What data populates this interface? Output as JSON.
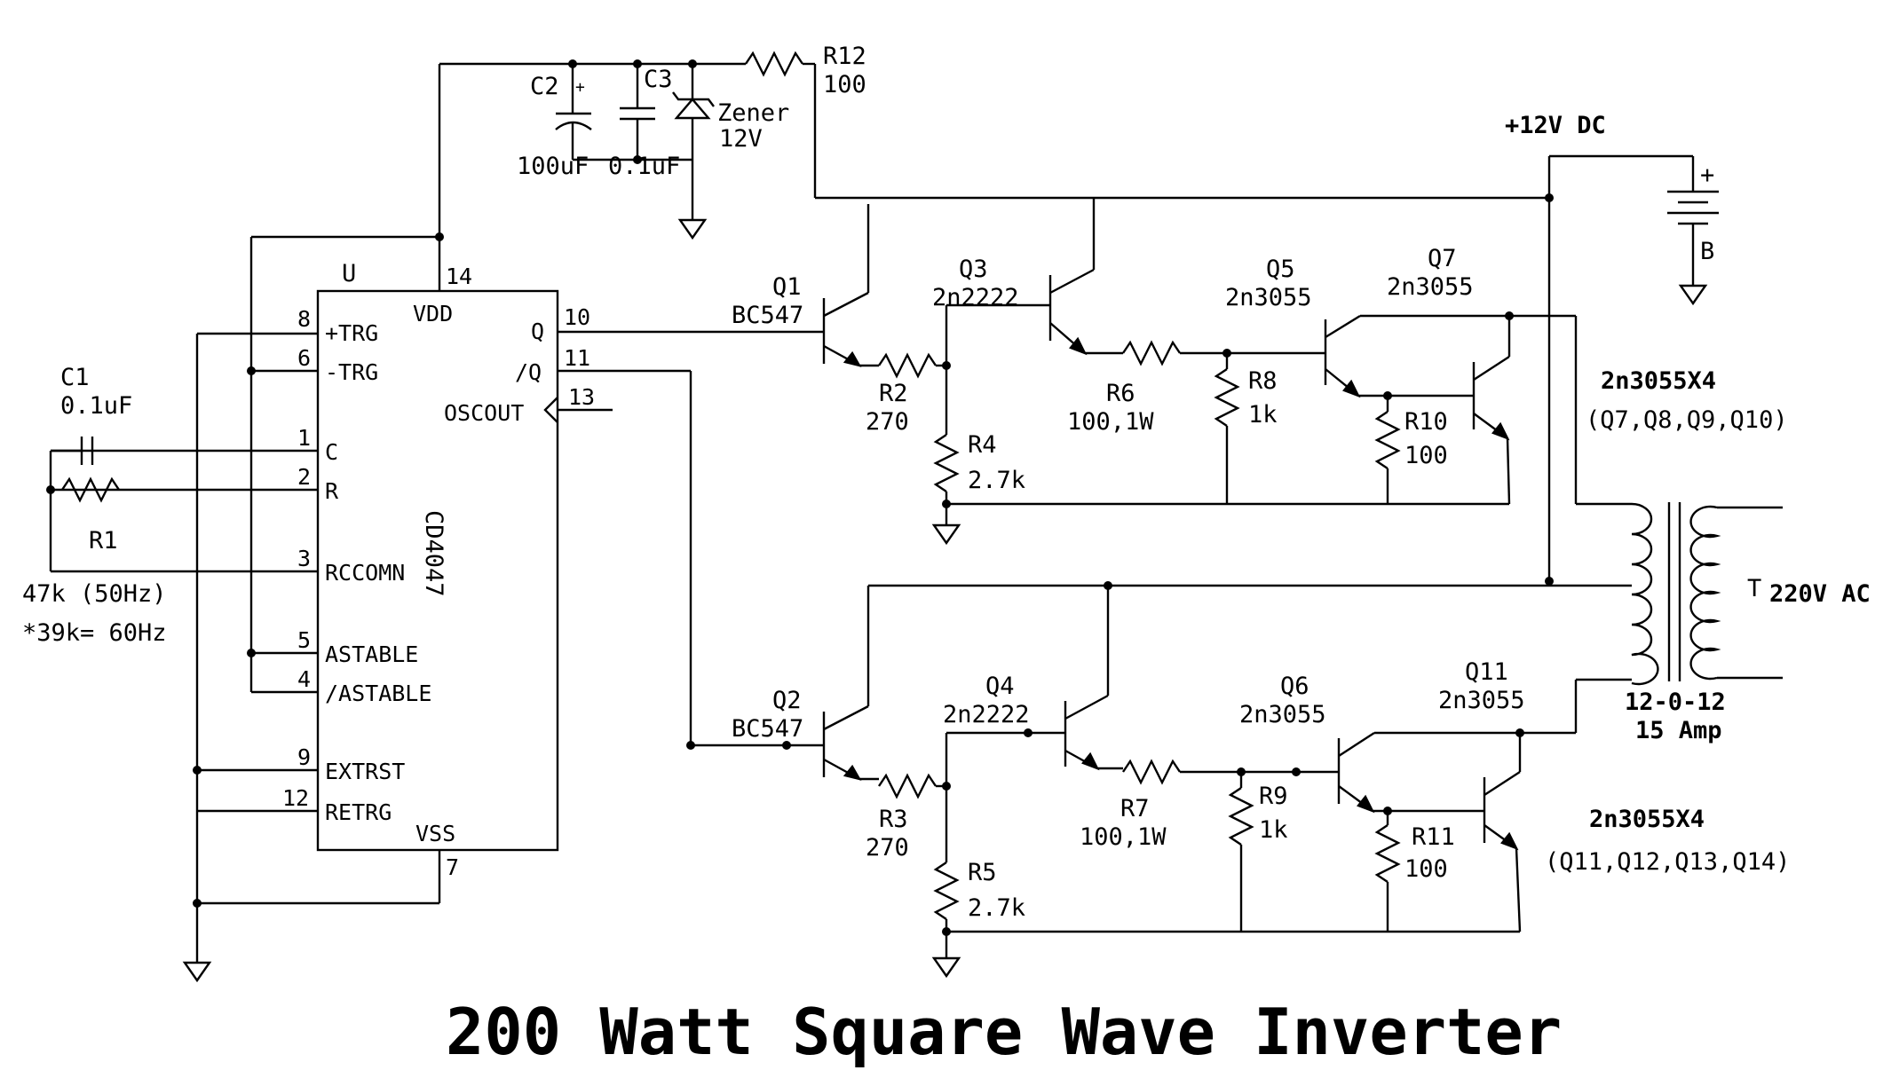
{
  "title": "200 Watt Square Wave Inverter",
  "ic": {
    "ref": "U",
    "part": "CD4047",
    "pins": {
      "vdd": "VDD",
      "vss": "VSS",
      "q": "Q",
      "qbar": "/Q",
      "oscout": "OSCOUT",
      "ptrg": "+TRG",
      "mtrg": "-TRG",
      "c": "C",
      "r": "R",
      "rccomn": "RCCOMN",
      "astable": "ASTABLE",
      "nastable": "/ASTABLE",
      "extrst": "EXTRST",
      "retrg": "RETRG"
    },
    "pin_numbers": {
      "p14": "14",
      "p10": "10",
      "p11": "11",
      "p13": "13",
      "p8": "8",
      "p6": "6",
      "p1": "1",
      "p2": "2",
      "p3": "3",
      "p5": "5",
      "p4": "4",
      "p9": "9",
      "p12": "12",
      "p7": "7"
    }
  },
  "components": {
    "c1": {
      "ref": "C1",
      "value": "0.1uF"
    },
    "r1": {
      "ref": "R1",
      "value": "47k (50Hz)",
      "note": "*39k= 60Hz"
    },
    "c2": {
      "ref": "C2",
      "value": "100uF",
      "polarity": "+"
    },
    "c3": {
      "ref": "C3",
      "value": "0.1uF"
    },
    "zener": {
      "ref": "Zener",
      "value": "12V"
    },
    "r12": {
      "ref": "R12",
      "value": "100"
    },
    "supply": {
      "label": "+12V DC",
      "ref": "B",
      "polarity": "+"
    },
    "q1": {
      "ref": "Q1",
      "part": "BC547"
    },
    "q2": {
      "ref": "Q2",
      "part": "BC547"
    },
    "q3": {
      "ref": "Q3",
      "part": "2n2222"
    },
    "q4": {
      "ref": "Q4",
      "part": "2n2222"
    },
    "q5": {
      "ref": "Q5",
      "part": "2n3055"
    },
    "q6": {
      "ref": "Q6",
      "part": "2n3055"
    },
    "q7": {
      "ref": "Q7",
      "part": "2n3055"
    },
    "q11": {
      "ref": "Q11",
      "part": "2n3055"
    },
    "r2": {
      "ref": "R2",
      "value": "270"
    },
    "r3": {
      "ref": "R3",
      "value": "270"
    },
    "r4": {
      "ref": "R4",
      "value": "2.7k"
    },
    "r5": {
      "ref": "R5",
      "value": "2.7k"
    },
    "r6": {
      "ref": "R6",
      "value": "100,1W"
    },
    "r7": {
      "ref": "R7",
      "value": "100,1W"
    },
    "r8": {
      "ref": "R8",
      "value": "1k"
    },
    "r9": {
      "ref": "R9",
      "value": "1k"
    },
    "r10": {
      "ref": "R10",
      "value": "100"
    },
    "r11": {
      "ref": "R11",
      "value": "100"
    },
    "group_top": {
      "label": "2n3055X4",
      "members": "(Q7,Q8,Q9,Q10)"
    },
    "group_bottom": {
      "label": "2n3055X4",
      "members": "(Q11,Q12,Q13,Q14)"
    },
    "transformer": {
      "ref": "T",
      "output": "220V AC",
      "rating": "12-0-12",
      "current": "15 Amp"
    }
  }
}
